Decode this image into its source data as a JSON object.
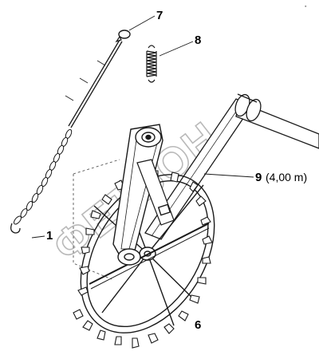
{
  "diagram": {
    "watermark": "ФЕТВОН",
    "callouts": [
      {
        "id": "1",
        "label": "1",
        "extra": ""
      },
      {
        "id": "6",
        "label": "6",
        "extra": ""
      },
      {
        "id": "7",
        "label": "7",
        "extra": ""
      },
      {
        "id": "8",
        "label": "8",
        "extra": ""
      },
      {
        "id": "9",
        "label": "9",
        "extra": "(4,00 m)"
      }
    ],
    "corner_mark": "▪"
  },
  "colors": {
    "line": "#1a1a1a",
    "watermark": "#b9b9b9",
    "background": "#ffffff"
  }
}
